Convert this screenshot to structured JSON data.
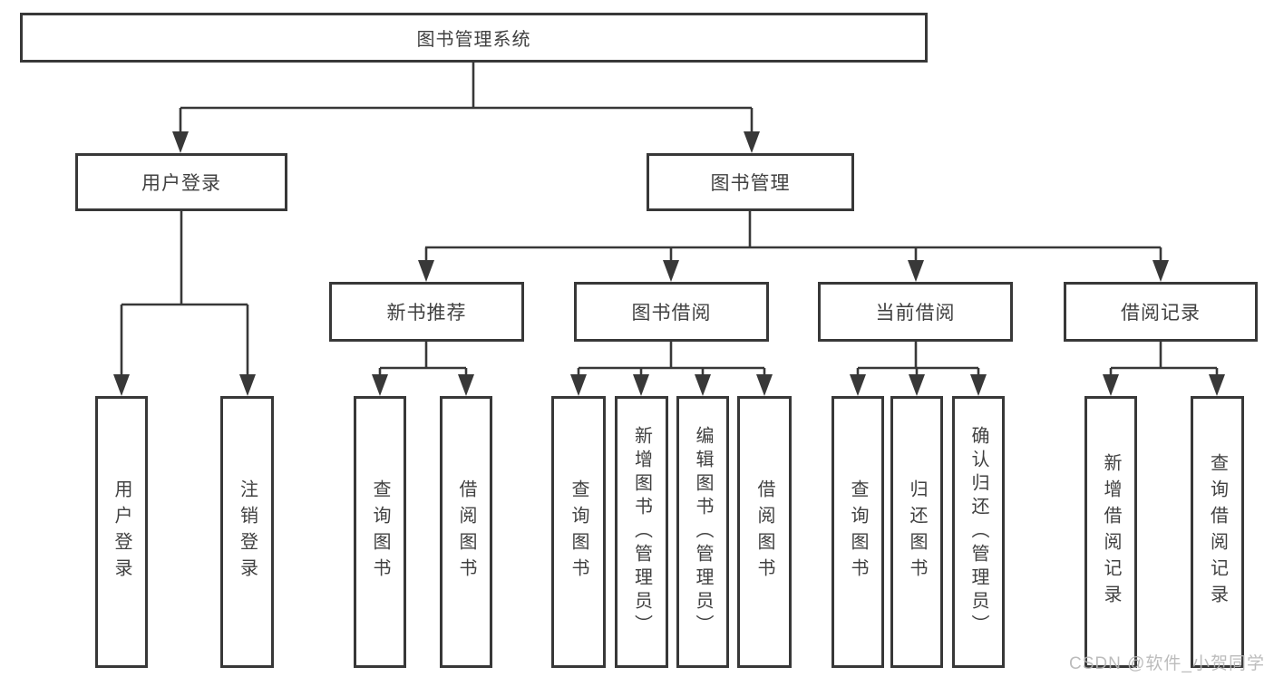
{
  "title": "图书管理系统",
  "colors": {
    "line": "#383838",
    "box_border": "#383838",
    "box_bg": "#ffffff",
    "text": "#414141",
    "watermark": "#b5b5b5"
  },
  "tree": {
    "root": {
      "label": "图书管理系统"
    },
    "level2": [
      {
        "label": "用户登录",
        "leaves": [
          {
            "label": "用户登录"
          },
          {
            "label": "注销登录"
          }
        ]
      },
      {
        "label": "图书管理",
        "groups": [
          {
            "label": "新书推荐",
            "leaves": [
              {
                "label": "查询图书"
              },
              {
                "label": "借阅图书"
              }
            ]
          },
          {
            "label": "图书借阅",
            "leaves": [
              {
                "label": "查询图书"
              },
              {
                "label": "新增图书（管理员）"
              },
              {
                "label": "编辑图书（管理员）"
              },
              {
                "label": "借阅图书"
              }
            ]
          },
          {
            "label": "当前借阅",
            "leaves": [
              {
                "label": "查询图书"
              },
              {
                "label": "归还图书"
              },
              {
                "label": "确认归还（管理员）"
              }
            ]
          },
          {
            "label": "借阅记录",
            "leaves": [
              {
                "label": "新增借阅记录"
              },
              {
                "label": "查询借阅记录"
              }
            ]
          }
        ]
      }
    ]
  },
  "watermark": {
    "text": "CSDN @软件_小贺同学"
  }
}
